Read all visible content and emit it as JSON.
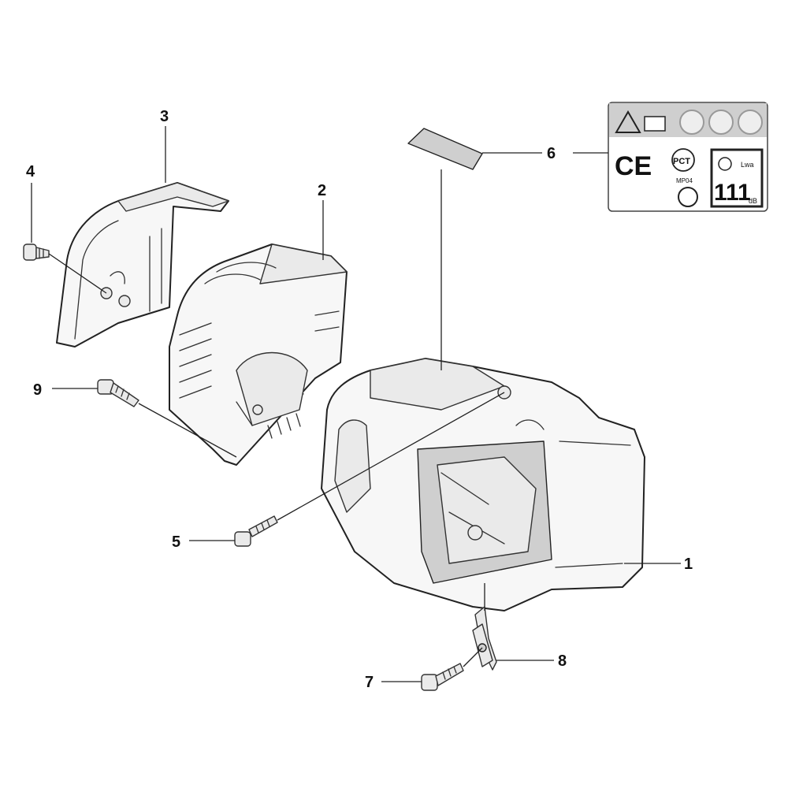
{
  "callouts": [
    {
      "id": "1",
      "label": "1",
      "part": "engine-housing"
    },
    {
      "id": "2",
      "label": "2",
      "part": "cylinder-cover-frame"
    },
    {
      "id": "3",
      "label": "3",
      "part": "top-cover"
    },
    {
      "id": "4",
      "label": "4",
      "part": "screw"
    },
    {
      "id": "5",
      "label": "5",
      "part": "screw"
    },
    {
      "id": "6",
      "label": "6",
      "part": "label-decal"
    },
    {
      "id": "7",
      "label": "7",
      "part": "screw"
    },
    {
      "id": "8",
      "label": "8",
      "part": "clip-nut"
    },
    {
      "id": "9",
      "label": "9",
      "part": "screw"
    }
  ],
  "decal": {
    "ce_mark": "CE",
    "pct_mark": "PCT",
    "pct_code": "MP04",
    "noise_unit_top": "Lwa",
    "noise_value": "111",
    "noise_unit": "dB",
    "icons": [
      "warning-triangle-icon",
      "manual-book-icon",
      "ear-protection-icon",
      "eye-protection-icon",
      "helmet-icon",
      "gost-icon"
    ]
  }
}
